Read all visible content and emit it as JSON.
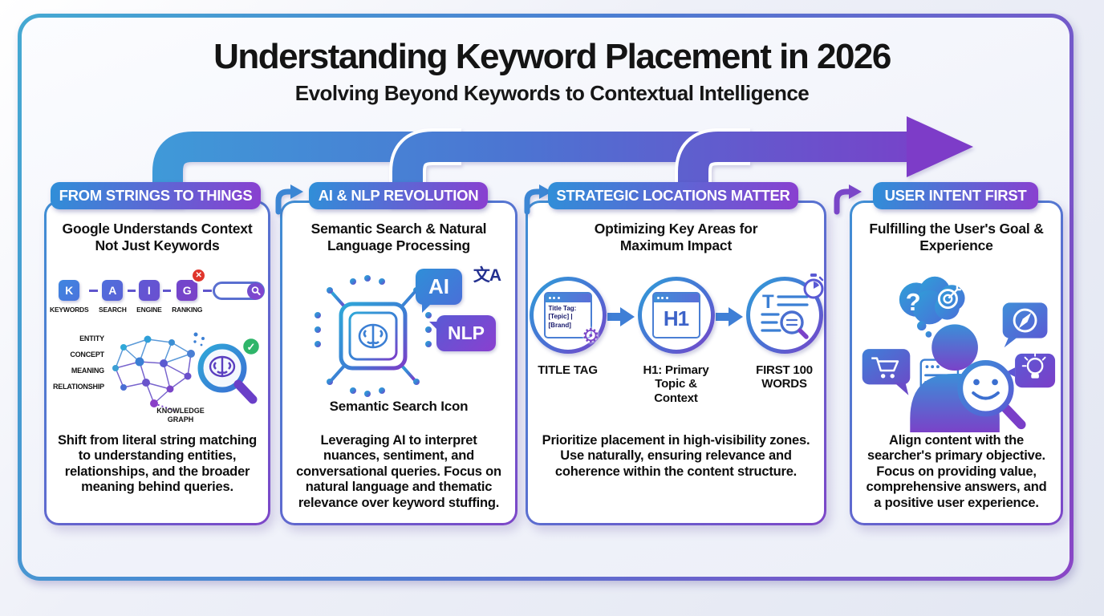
{
  "page": {
    "title": "Understanding Keyword Placement in 2026",
    "subtitle": "Evolving Beyond Keywords to Contextual Intelligence"
  },
  "colors": {
    "accent_blue": "#3f97d8",
    "accent_purple": "#7d3cc8",
    "frame_teal": "#45a9d2",
    "success_green": "#2fb56a",
    "error_red": "#e0352b"
  },
  "icons": {
    "check": "✓",
    "cross": "✕",
    "gear": "⚙",
    "translate": "文A",
    "question": "?"
  },
  "cards": [
    {
      "badge": "FROM STRINGS TO THINGS",
      "heading": "Google Understands Context Not Just Keywords",
      "tiles": [
        {
          "letter": "K",
          "label": "KEYWORDS"
        },
        {
          "letter": "A",
          "label": "SEARCH"
        },
        {
          "letter": "I",
          "label": "ENGINE"
        },
        {
          "letter": "G",
          "label": "RANKING"
        }
      ],
      "graph_labels": [
        "ENTITY",
        "CONCEPT",
        "MEANING",
        "RELATIONSHIP"
      ],
      "graph_caption": "KNOWLEDGE GRAPH",
      "description": "Shift from literal string matching to understanding entities, relationships, and the broader meaning behind queries."
    },
    {
      "badge": "AI & NLP REVOLUTION",
      "heading": "Semantic Search & Natural Language Processing",
      "bubble_ai": "AI",
      "bubble_nlp": "NLP",
      "icon_caption": "Semantic Search Icon",
      "description": "Leveraging AI to interpret nuances, sentiment, and conversational queries. Focus on natural language and thematic relevance over keyword stuffing."
    },
    {
      "badge": "STRATEGIC LOCATIONS MATTER",
      "heading": "Optimizing Key Areas for Maximum Impact",
      "steps": [
        {
          "window_lines": [
            "Title Tag:",
            "[Tepic] |",
            "[Brand]"
          ],
          "label": "TITLE TAG"
        },
        {
          "window_text": "H1",
          "label": "H1: Primary Topic & Context"
        },
        {
          "window_text": "T",
          "label": "FIRST 100 WORDS"
        }
      ],
      "description": "Prioritize placement in high-visibility zones. Use naturally, ensuring relevance and coherence within the content structure."
    },
    {
      "badge": "USER INTENT FIRST",
      "heading": "Fulfilling the User's Goal & Experience",
      "description": "Align content with the searcher's primary objective. Focus on providing value, comprehensive answers, and a positive user experience."
    }
  ]
}
